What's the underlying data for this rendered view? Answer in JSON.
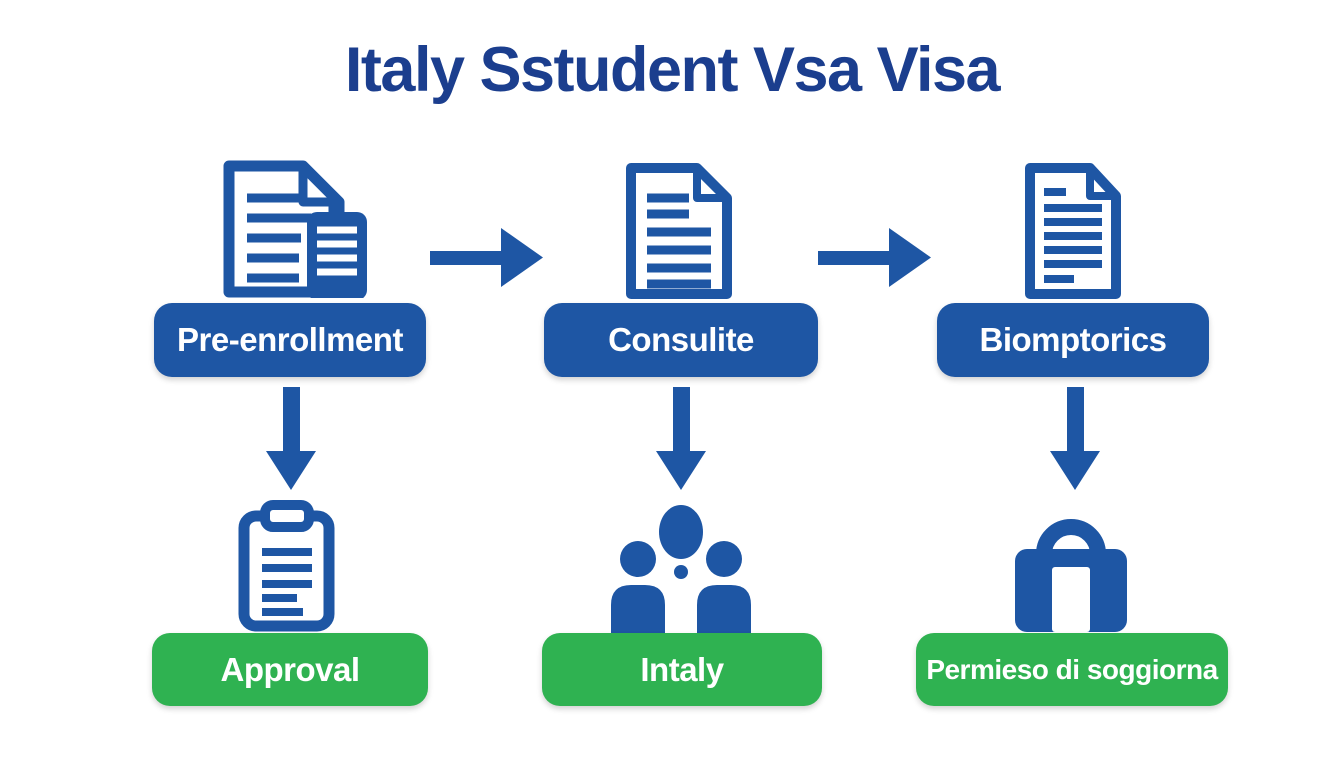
{
  "title": "Italy Sstudent Vsa Visa",
  "colors": {
    "title_blue": "#1B3E8E",
    "accent_blue": "#1E56A4",
    "accent_green": "#2FB251",
    "background": "#FFFFFF",
    "label_text": "#FFFFFF"
  },
  "flow": {
    "columns": [
      {
        "step_label": "Pre-enrollment",
        "step_icon": "documents-stack-icon",
        "result_label": "Approval",
        "result_icon": "clipboard-icon"
      },
      {
        "step_label": "Consulite",
        "step_icon": "document-icon",
        "result_label": "Intaly",
        "result_icon": "people-icon"
      },
      {
        "step_label": "Biomptorics",
        "step_icon": "document-icon",
        "result_label": "Permieso di soggiorna",
        "result_icon": "padlock-icon"
      }
    ],
    "connectors": {
      "horizontal_icon": "right-arrow-icon",
      "vertical_icon": "down-arrow-icon"
    }
  }
}
